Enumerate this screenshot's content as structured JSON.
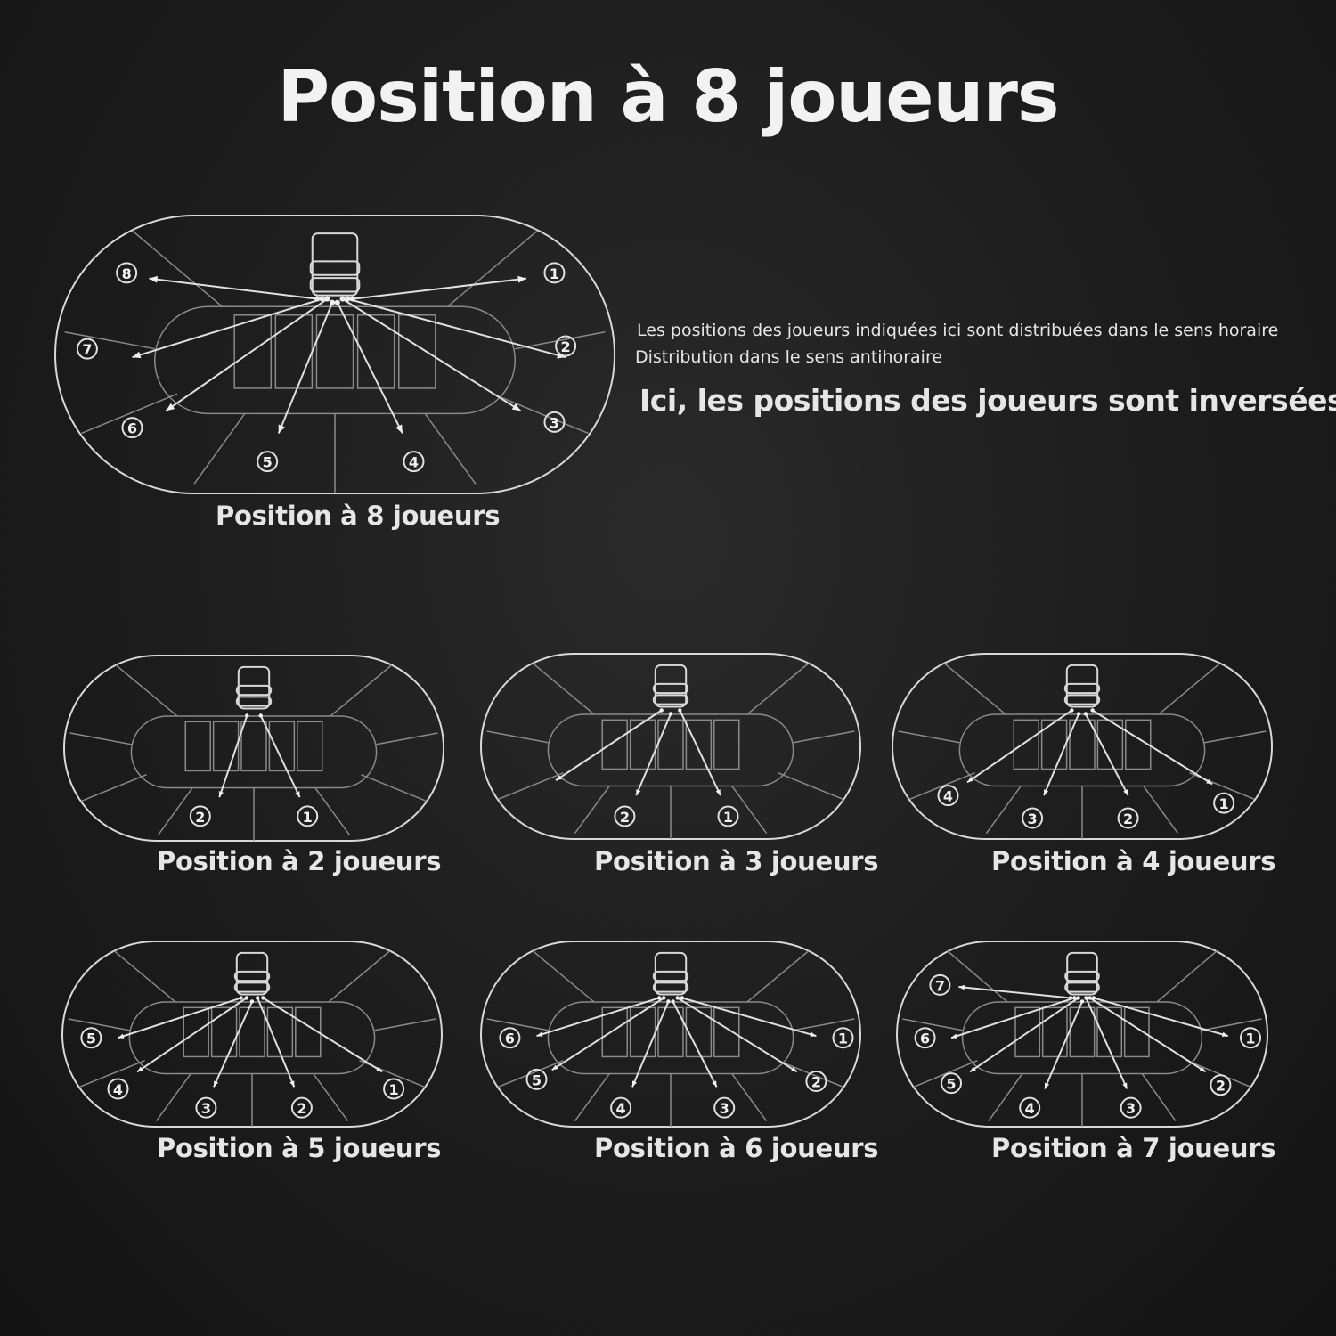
{
  "title": "Position à 8 joueurs",
  "notes": {
    "line1": "Les positions des joueurs indiquées ici sont distribuées dans le sens horaire",
    "line2": "Distribution dans le sens antihoraire",
    "line3": "Ici, les positions des joueurs sont inversées"
  },
  "tables": [
    {
      "caption": "Position à 8 joueurs",
      "seats": [
        "8",
        "7",
        "6",
        "5",
        "4",
        "3",
        "2",
        "1"
      ]
    },
    {
      "caption": "Position à 2 joueurs",
      "seats": [
        "2",
        "1"
      ]
    },
    {
      "caption": "Position à 3 joueurs",
      "seats": [
        "2",
        "1"
      ]
    },
    {
      "caption": "Position à 4 joueurs",
      "seats": [
        "4",
        "3",
        "2",
        "1"
      ]
    },
    {
      "caption": "Position à 5 joueurs",
      "seats": [
        "5",
        "4",
        "3",
        "2",
        "1"
      ]
    },
    {
      "caption": "Position à 6 joueurs",
      "seats": [
        "6",
        "5",
        "4",
        "3",
        "2",
        "1"
      ]
    },
    {
      "caption": "Position à 7 joueurs",
      "seats": [
        "7",
        "6",
        "5",
        "4",
        "3",
        "2",
        "1"
      ]
    }
  ]
}
